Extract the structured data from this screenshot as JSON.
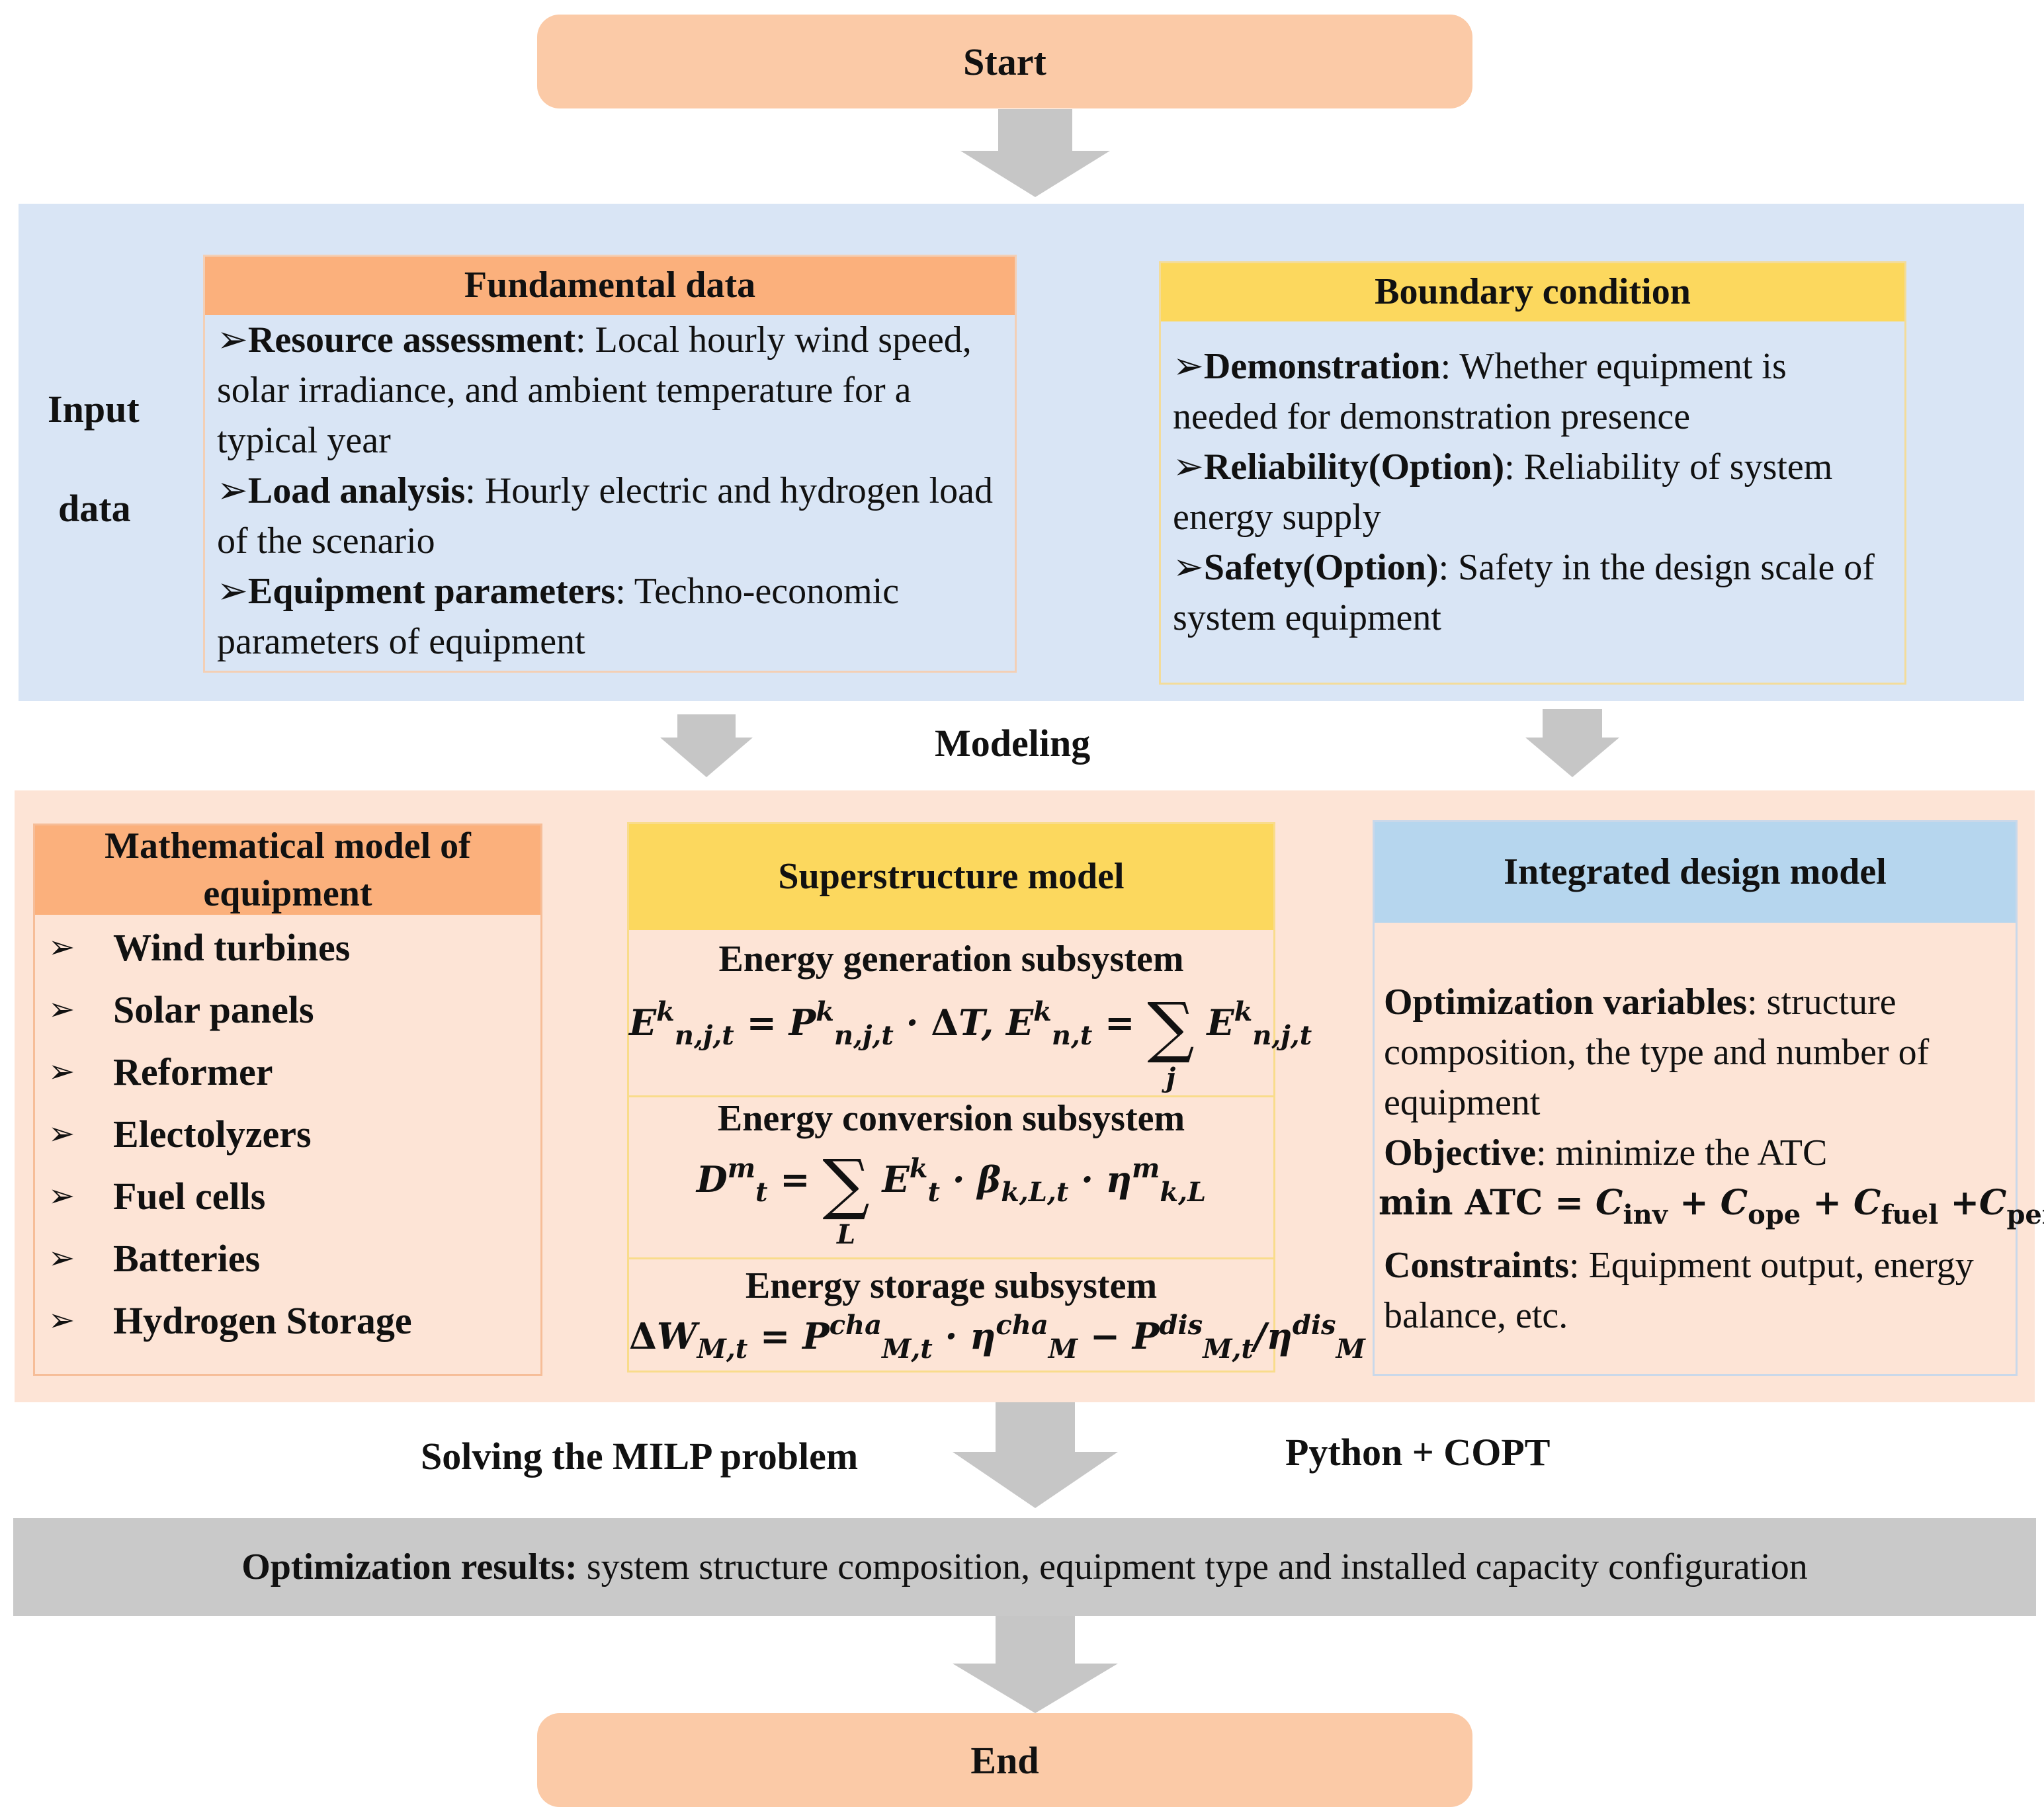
{
  "start": "Start",
  "end": "End",
  "input": {
    "label_line1": "Input",
    "label_line2": "data",
    "fundamental": {
      "title": "Fundamental data",
      "items": [
        {
          "term": "Resource assessment",
          "desc": ": Local hourly wind speed, solar irradiance, and ambient temperature for a typical year"
        },
        {
          "term": "Load analysis",
          "desc": ": Hourly electric and hydrogen load of the scenario"
        },
        {
          "term": "Equipment parameters",
          "desc": ": Techno-economic parameters of equipment"
        }
      ]
    },
    "boundary": {
      "title": "Boundary condition",
      "items": [
        {
          "term": "Demonstration",
          "desc": ": Whether equipment is needed for demonstration presence"
        },
        {
          "term": "Reliability(Option)",
          "desc": ": Reliability of system energy supply"
        },
        {
          "term": "Safety(Option)",
          "desc": ": Safety in the design scale of system equipment"
        }
      ]
    }
  },
  "modeling_label": "Modeling",
  "math_model": {
    "title": "Mathematical model of equipment",
    "items": [
      "Wind turbines",
      "Solar panels",
      "Reformer",
      "Electolyzers",
      "Fuel cells",
      "Batteries",
      "Hydrogen Storage"
    ]
  },
  "superstructure": {
    "title": "Superstructure model",
    "gen_title": "Energy generation subsystem",
    "conv_title": "Energy conversion subsystem",
    "stor_title": "Energy storage subsystem"
  },
  "integrated": {
    "title": "Integrated design model",
    "opt_term": "Optimization variables",
    "opt_desc": ": structure composition, the type and number of equipment",
    "obj_term": "Objective",
    "obj_desc": ": minimize the ATC",
    "cons_term": "Constraints",
    "cons_desc": ": Equipment output, energy balance, etc."
  },
  "solving_label": "Solving the MILP problem",
  "tool_label": "Python + COPT",
  "results": {
    "term": "Optimization results:",
    "desc": " system structure composition, equipment type and installed capacity configuration"
  },
  "colors": {
    "pill": "#fbcaa7",
    "input_bg": "#d9e5f5",
    "model_bg": "#fde4d6",
    "orange_header": "#fbb07c",
    "yellow_header": "#fcd85e",
    "blue_header": "#b6d6ee",
    "results_bg": "#c9c9c9",
    "arrow": "#c6c6c6"
  }
}
